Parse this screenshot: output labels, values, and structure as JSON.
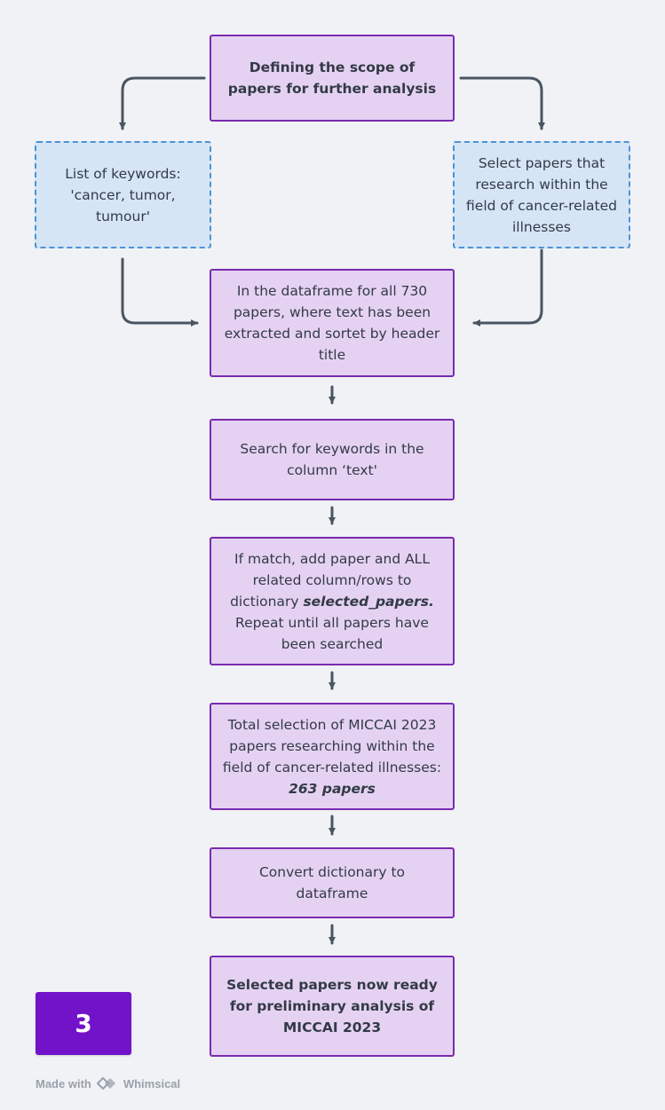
{
  "nodes": {
    "scope": {
      "text": "Defining the scope of papers for further analysis"
    },
    "keywords": {
      "text": "List of keywords: 'cancer, tumor, tumour'"
    },
    "select": {
      "text": "Select papers that research within the field of cancer-related illnesses"
    },
    "dataframe": {
      "text": "In the dataframe for all 730 papers, where text has been extracted and sortet by header title"
    },
    "search": {
      "text": "Search for  keywords in the column ‘text'"
    },
    "match": {
      "text_before": "If match, add paper and ALL related column/rows to dictionary ",
      "emphasis": "selected_papers.",
      "text_after": " Repeat until all papers have been searched"
    },
    "total": {
      "text": "Total selection of MICCAI 2023 papers researching within the field of cancer-related illnesses:",
      "emphasis": "263 papers"
    },
    "convert": {
      "text": "Convert dictionary to dataframe"
    },
    "ready": {
      "text": "Selected papers now ready for preliminary analysis of MICCAI 2023"
    }
  },
  "badge": {
    "label": "3"
  },
  "footer": {
    "made_with": "Made with",
    "brand": "Whimsical",
    "brand_icon": "whimsical-logo-icon"
  },
  "colors": {
    "background": "#f0f2f5",
    "process_fill": "#e5d2f3",
    "process_border": "#7a2ab1",
    "note_fill": "#d5e5f6",
    "note_border": "#4b93d8",
    "arrow": "#4a5563",
    "badge": "#7213c9"
  }
}
